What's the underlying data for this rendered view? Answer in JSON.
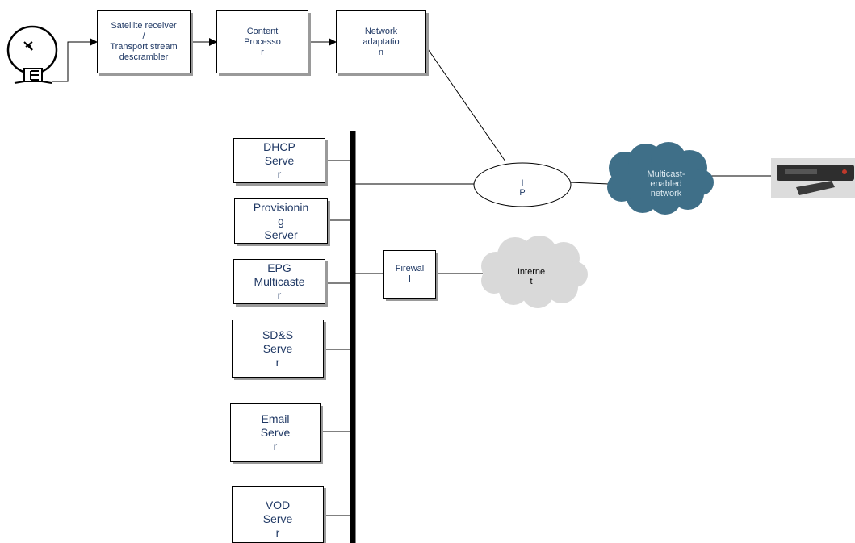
{
  "nodes": {
    "satellite_receiver": "Satellite receiver\n/\nTransport stream\ndescrambler",
    "content_processor": "Content\nProcesso\nr",
    "network_adaptation": "Network\nadaptatio\nn",
    "ip": "I\nP",
    "multicast_network": "Multicast-\nenabled\nnetwork",
    "firewall": "Firewal\nl",
    "internet": "Interne\nt",
    "dhcp_server": "DHCP\nServe\nr",
    "provisioning_server": "Provisionin\ng\nServer",
    "epg_multicaster": "EPG\nMulticaste\nr",
    "sds_server": "SD&S\nServe\nr",
    "email_server": "Email\nServe\nr",
    "vod_server": "VOD\nServe\nr"
  },
  "icons": {
    "antenna": "satellite-dish-icon",
    "set_top_box": "set-top-box-icon"
  },
  "colors": {
    "label_text": "#1f3864",
    "multicast_cloud": "#3f6f88",
    "internet_cloud": "#d9d9d9",
    "lines": "#000000"
  }
}
